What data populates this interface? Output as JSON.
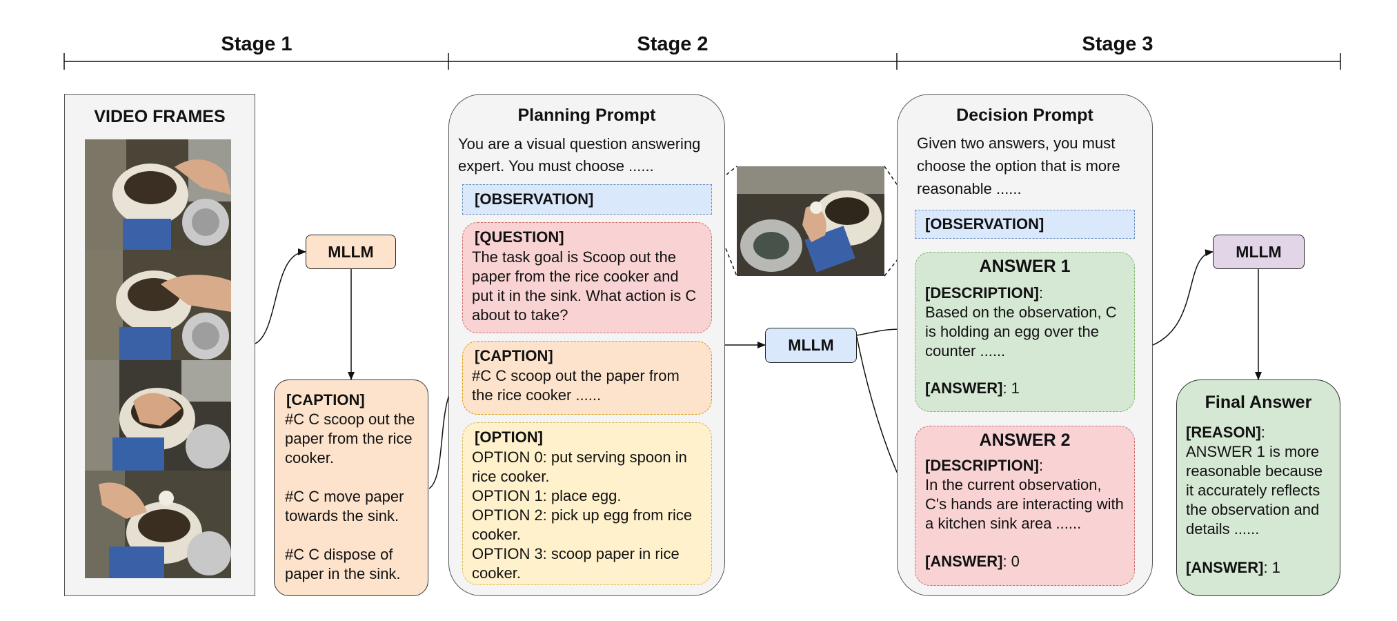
{
  "stages": [
    "Stage 1",
    "Stage 2",
    "Stage 3"
  ],
  "stage1": {
    "panel_title": "VIDEO FRAMES",
    "mllm": "MLLM",
    "caption_box": {
      "heading": "[CAPTION]",
      "lines": [
        "#C C scoop out the",
        "paper from the rice",
        "cooker.",
        "",
        "#C C move paper",
        "towards the sink.",
        "",
        "#C C dispose of",
        "paper in the sink."
      ]
    }
  },
  "planning": {
    "title": "Planning Prompt",
    "intro": [
      "You are a visual question answering",
      "expert. You must choose ......"
    ],
    "observation": "[OBSERVATION]",
    "question": {
      "heading": "[QUESTION]",
      "lines": [
        "The task goal is Scoop out the",
        "paper from the rice cooker and",
        "put it in the sink. What action is C",
        "about to take?"
      ]
    },
    "caption": {
      "heading": "[CAPTION]",
      "lines": [
        "#C C scoop out the paper from",
        "the rice cooker ......"
      ]
    },
    "option": {
      "heading": "[OPTION]",
      "lines": [
        "OPTION 0: put serving spoon in",
        "rice cooker.",
        "OPTION 1: place egg.",
        "OPTION 2: pick up egg from rice",
        "cooker.",
        "OPTION 3: scoop paper in rice",
        "cooker."
      ]
    },
    "mllm": "MLLM"
  },
  "decision": {
    "title": "Decision Prompt",
    "intro": [
      "Given two answers, you must",
      "choose the option that is more",
      "reasonable ......"
    ],
    "observation": "[OBSERVATION]",
    "answer1": {
      "title": "ANSWER 1",
      "desc_label": "[DESCRIPTION]",
      "desc_suffix": ":",
      "lines": [
        "Based on the observation, C",
        "is holding an egg over the",
        "counter ......"
      ],
      "answer_label": "[ANSWER]",
      "answer_value": ": 1"
    },
    "answer2": {
      "title": "ANSWER 2",
      "desc_label": "[DESCRIPTION]",
      "desc_suffix": ":",
      "lines": [
        "In the current observation,",
        "C's hands are interacting with",
        "a kitchen sink area ......"
      ],
      "answer_label": "[ANSWER]",
      "answer_value": ": 0"
    },
    "mllm": "MLLM"
  },
  "final": {
    "title": "Final Answer",
    "reason_label": "[REASON]",
    "reason_suffix": ":",
    "lines": [
      "ANSWER 1 is more",
      "reasonable because",
      "it accurately reflects",
      "the observation and",
      "details ......"
    ],
    "answer_label": "[ANSWER]",
    "answer_value": ": 1"
  },
  "colors": {
    "orange_fill": "#fde3cc",
    "blue_fill": "#dae8fb",
    "red_fill": "#f9d3d3",
    "yellow_fill": "#fff1cc",
    "green_fill": "#d5e8d4",
    "purple_fill": "#e1d5e7",
    "panel_fill": "#f4f4f4"
  }
}
